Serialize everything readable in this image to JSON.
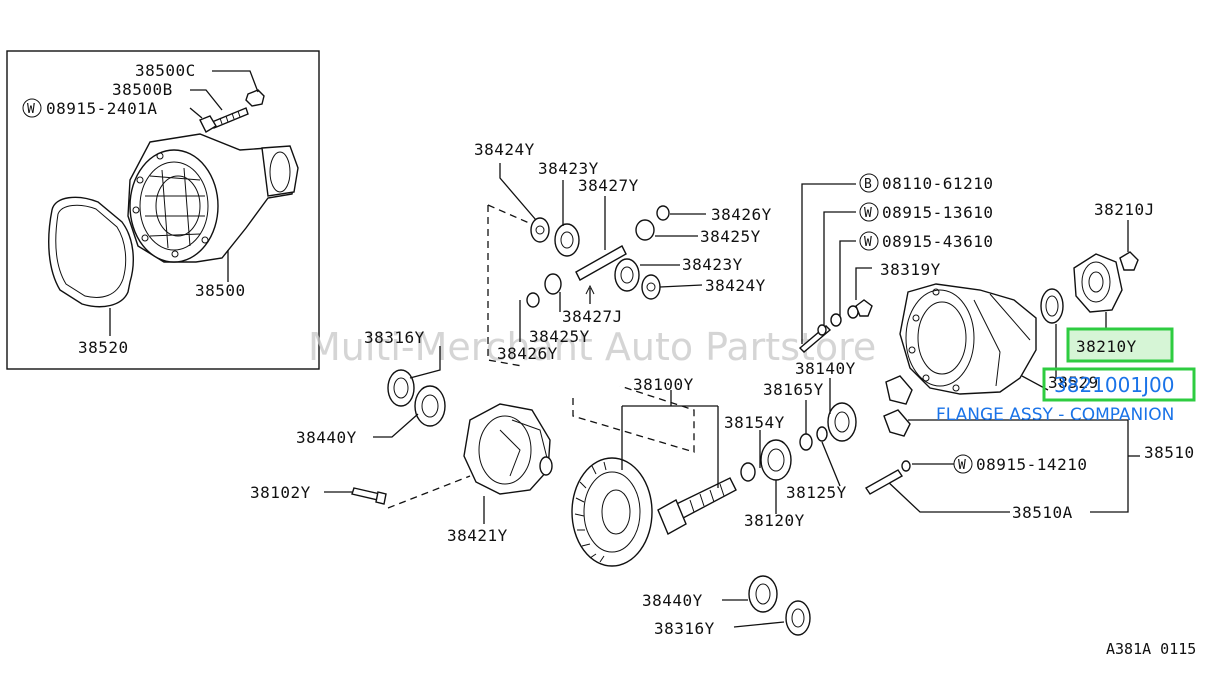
{
  "watermark": "Multi-Merchant Auto Partstore",
  "figure_code": "A381A 0115",
  "inset_labels": {
    "p38500C": "38500C",
    "p38500B": "38500B",
    "p08915_2401A": "08915-2401A",
    "p38500": "38500",
    "p38520": "38520"
  },
  "labels": {
    "p38424Y_a": "38424Y",
    "p38423Y_a": "38423Y",
    "p38427Y": "38427Y",
    "p38426Y_a": "38426Y",
    "p38425Y_a": "38425Y",
    "p38423Y_b": "38423Y",
    "p38424Y_b": "38424Y",
    "p38427J": "38427J",
    "p38425Y_b": "38425Y",
    "p38426Y_b": "38426Y",
    "p38316Y_a": "38316Y",
    "p38440Y_a": "38440Y",
    "p38102Y": "38102Y",
    "p38421Y": "38421Y",
    "p38100Y": "38100Y",
    "p38154Y": "38154Y",
    "p38165Y": "38165Y",
    "p38140Y": "38140Y",
    "p38125Y": "38125Y",
    "p38120Y": "38120Y",
    "p38440Y_b": "38440Y",
    "p38316Y_b": "38316Y",
    "p08110_61210": "08110-61210",
    "p08915_13610": "08915-13610",
    "p08915_43610": "08915-43610",
    "p38319Y": "38319Y",
    "p38210J": "38210J",
    "p38210Y": "38210Y",
    "p38529": "38529",
    "p38510": "38510",
    "p08915_14210": "08915-14210",
    "p38510A": "38510A"
  },
  "markers": {
    "W": "W",
    "B": "B"
  },
  "highlight": {
    "part_number": "3821001J00",
    "description": "FLANGE ASSY - COMPANION"
  }
}
